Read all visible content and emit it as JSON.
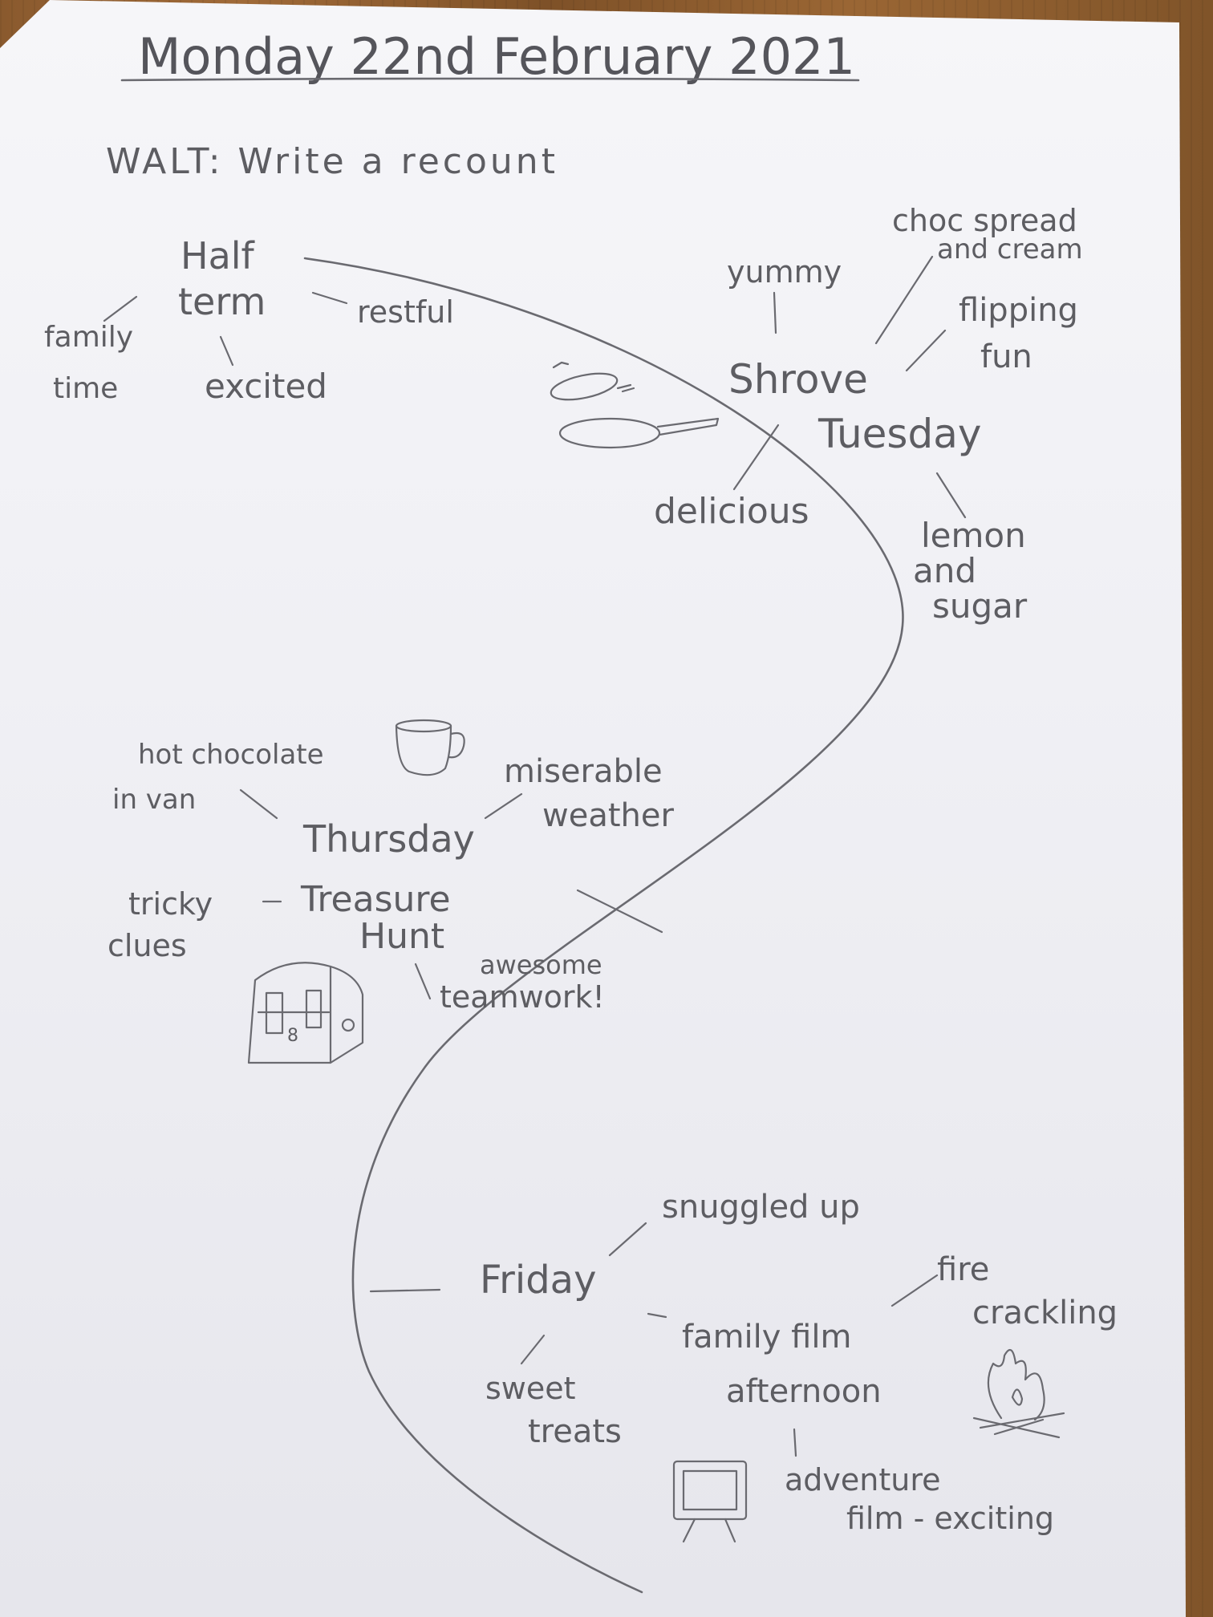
{
  "header": {
    "date": "Monday 22nd February 2021",
    "walt": "WALT: Write a recount"
  },
  "half_term": {
    "title_line1": "Half",
    "title_line2": "term",
    "restful": "restful",
    "family": "family",
    "time": "time",
    "excited": "excited"
  },
  "shrove_tuesday": {
    "line1": "Shrove",
    "line2": "Tuesday",
    "yummy": "yummy",
    "choc_line1": "choc spread",
    "choc_line2": "and cream",
    "flipping": "flipping",
    "fun": "fun",
    "delicious": "delicious",
    "lemon": "lemon",
    "and": "and",
    "sugar": "sugar"
  },
  "thursday": {
    "title": "Thursday",
    "hot_chocolate": "hot chocolate",
    "in_van": "in van",
    "miserable": "miserable",
    "weather": "weather",
    "treasure": "Treasure",
    "hunt": "Hunt",
    "tricky": "tricky",
    "clues": "clues",
    "awesome": "awesome",
    "teamwork": "teamwork!"
  },
  "friday": {
    "title": "Friday",
    "snuggled": "snuggled up",
    "fire": "fire",
    "crackling": "crackling",
    "family_film": "family film",
    "afternoon": "afternoon",
    "sweet": "sweet",
    "treats": "treats",
    "adventure": "adventure",
    "film_exciting": "film - exciting"
  },
  "icons": [
    "pancake-pan-icon",
    "mug-icon",
    "treasure-chest-icon",
    "campfire-icon",
    "television-icon"
  ]
}
